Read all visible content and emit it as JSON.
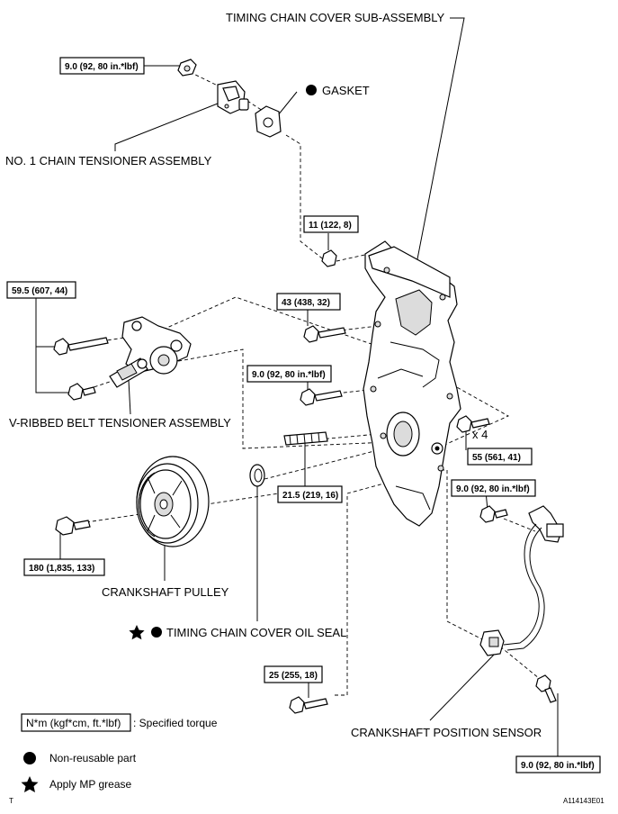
{
  "labels": {
    "timing_cover": "TIMING CHAIN COVER SUB-ASSEMBLY",
    "gasket": "GASKET",
    "chain_tensioner": "NO. 1 CHAIN TENSIONER ASSEMBLY",
    "belt_tensioner": "V-RIBBED BELT TENSIONER ASSEMBLY",
    "crank_pulley": "CRANKSHAFT PULLEY",
    "oil_seal": "TIMING CHAIN COVER OIL SEAL",
    "position_sensor": "CRANKSHAFT POSITION SENSOR",
    "x4": "x 4"
  },
  "torques": {
    "t_tensioner": "9.0 (92, 80 in.*lbf)",
    "t_cover_top": "11 (122, 8)",
    "t_belt_tens": "59.5 (607, 44)",
    "t_43": "43 (438, 32)",
    "t_9_mid": "9.0 (92, 80 in.*lbf)",
    "t_55": "55 (561, 41)",
    "t_stud": "21.5 (219, 16)",
    "t_sensor_top": "9.0 (92, 80 in.*lbf)",
    "t_pulley": "180 (1,835, 133)",
    "t_25": "25 (255, 18)",
    "t_sensor_bot": "9.0 (92, 80 in.*lbf)"
  },
  "legend": {
    "unit": "N*m (kgf*cm, ft.*lbf)",
    "unit_desc": ": Specified torque",
    "nonreusable": "Non-reusable part",
    "grease": "Apply MP grease"
  },
  "footer": {
    "left": "T",
    "right": "A114143E01"
  },
  "icons": [
    "filled-circle-icon",
    "star-icon"
  ]
}
